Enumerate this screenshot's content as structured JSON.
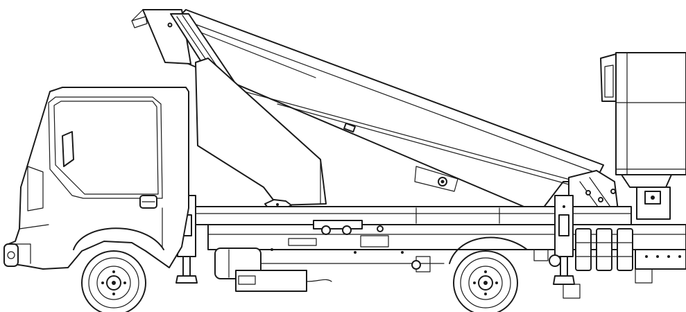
{
  "drawing": {
    "subject": "truck-mounted-aerial-work-platform",
    "view": "side-elevation",
    "style": "black-line-art-on-white",
    "colors": {
      "line": "#1a1a1a",
      "background": "#ffffff"
    }
  }
}
